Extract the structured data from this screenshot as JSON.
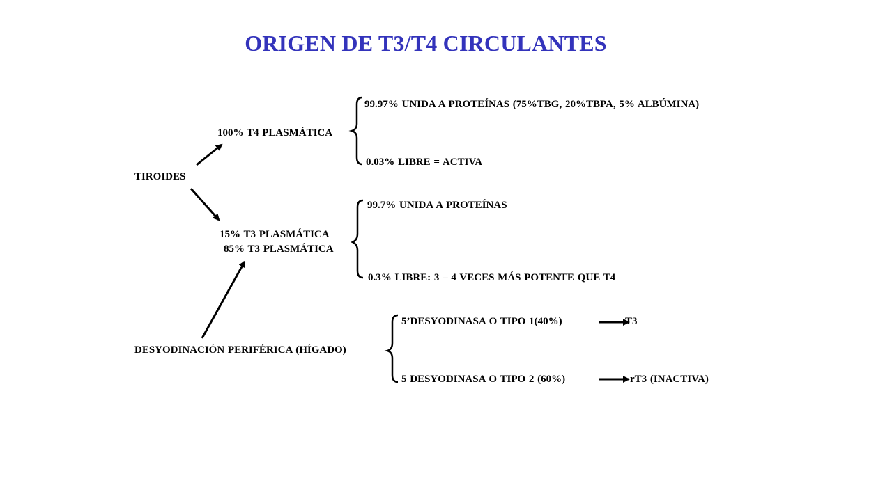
{
  "title": "ORIGEN DE T3/T4 CIRCULANTES",
  "colors": {
    "title": "#3333BB",
    "text": "#000000",
    "background": "#FFFFFF"
  },
  "nodes": {
    "tiroides": "TIROIDES",
    "t4_plasmatica": "100% T4 PLASMÁTICA",
    "t3_plasmatica_15": "15% T3 PLASMÁTICA",
    "t3_plasmatica_85": "85% T3 PLASMÁTICA",
    "desyodinacion": "DESYODINACIÓN  PERIFÉRICA (HÍGADO)"
  },
  "t4_split": {
    "bound": "99.97% UNIDA A PROTEÍNAS (75%TBG, 20%TBPA, 5% ALBÚMINA)",
    "free": "0.03% LIBRE = ACTIVA"
  },
  "t3_split": {
    "bound": "99.7% UNIDA A PROTEÍNAS",
    "free": "0.3% LIBRE: 3 – 4 VECES MÁS POTENTE QUE T4"
  },
  "deiodinases": {
    "type1": "5’DESYODINASA  O TIPO 1(40%)",
    "type1_product": "T3",
    "type2": "5 DESYODINASA  O TIPO 2 (60%)",
    "type2_product": "rT3 (INACTIVA)"
  }
}
